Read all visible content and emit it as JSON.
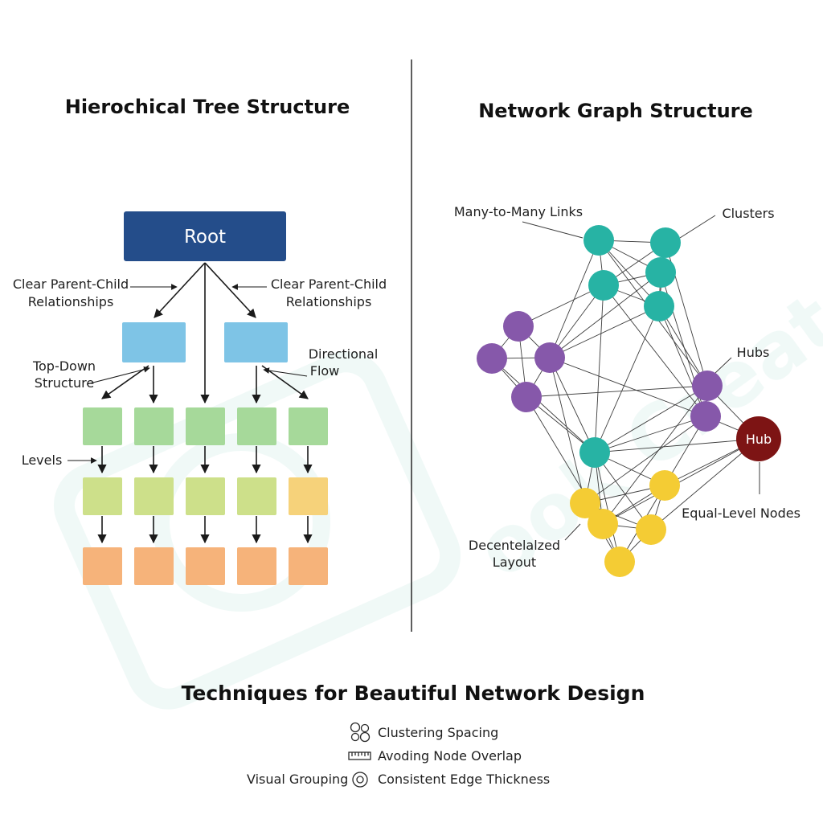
{
  "tree": {
    "title": "Hierochical Tree Structure",
    "root_label": "Root",
    "annotations": {
      "parent_child_left": [
        "Clear Parent-Child",
        "Relationships"
      ],
      "parent_child_right": [
        "Clear Parent-Child",
        "Relationships"
      ],
      "top_down": [
        "Top-Down",
        "Structure"
      ],
      "directional": [
        "Directional",
        "Flow"
      ],
      "levels": "Levels"
    },
    "colors": {
      "root": "#244d8a",
      "level1": "#7ec4e6",
      "level2": "#a6d99a",
      "level3": "#cde08a",
      "level3_last": "#f6d27a",
      "level4": "#f6b37a"
    }
  },
  "network": {
    "title": "Network Graph Structure",
    "hub_label": "Hub",
    "annotations": {
      "many_to_many": "Many-to-Many Links",
      "clusters": "Clusters",
      "hubs": "Hubs",
      "equal_level": "Equal-Level Nodes",
      "decentralized": [
        "Decentelalzed",
        "Layout"
      ]
    },
    "colors": {
      "teal": "#27b3a4",
      "purple": "#8658aa",
      "yellow": "#f4cc34",
      "hub": "#7d1414"
    }
  },
  "footer": {
    "title": "Techniques for Beautiful Network Design",
    "items": {
      "clustering": "Clustering Spacing",
      "overlap": "Avoding Node Overlap",
      "grouping": "Visual Grouping",
      "edge": "Consistent Edge Thickness"
    }
  },
  "watermark": "ook Creator"
}
